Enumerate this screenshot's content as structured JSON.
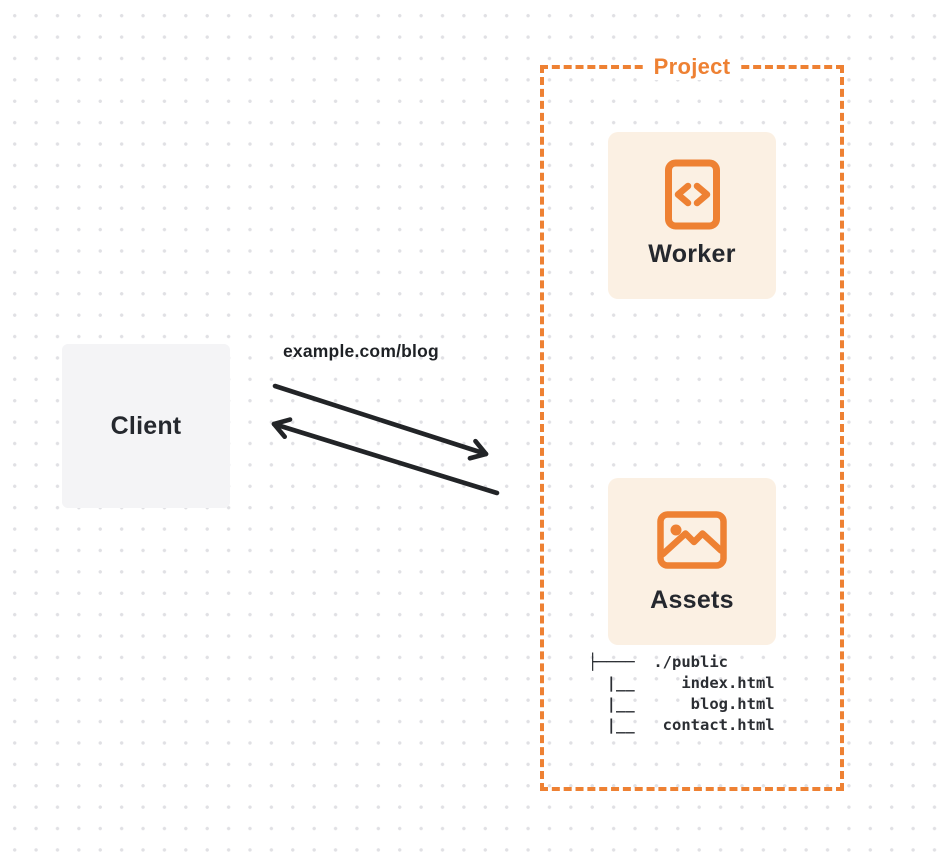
{
  "colors": {
    "accent_orange": "#EE8133",
    "card_bg": "#FBF0E3",
    "client_bg": "#F4F4F6",
    "arrow": "#222427",
    "text_dark": "#25282E"
  },
  "client": {
    "label": "Client"
  },
  "request": {
    "label": "example.com/blog"
  },
  "project": {
    "label": "Project",
    "worker": {
      "label": "Worker",
      "icon": "code-file-icon"
    },
    "assets": {
      "label": "Assets",
      "icon": "image-icon",
      "tree_text": "├────  ./public\n  |__     index.html\n  |__      blog.html\n  |__   contact.html"
    }
  }
}
